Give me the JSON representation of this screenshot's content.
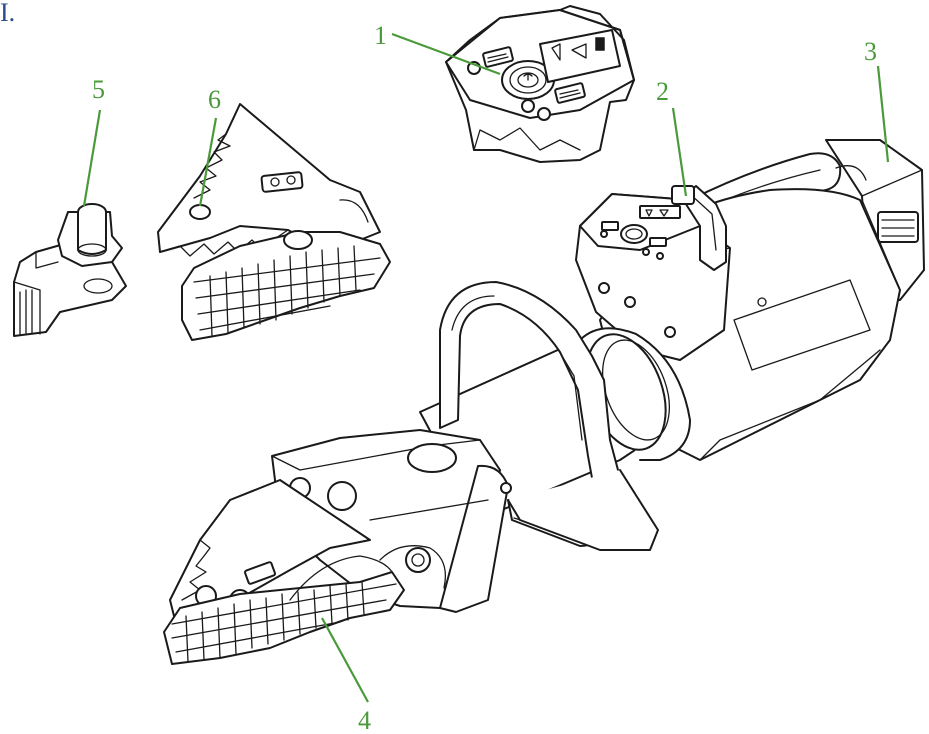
{
  "corner_text": "I.",
  "callouts": [
    {
      "id": "1",
      "label": "1"
    },
    {
      "id": "2",
      "label": "2"
    },
    {
      "id": "3",
      "label": "3"
    },
    {
      "id": "4",
      "label": "4"
    },
    {
      "id": "5",
      "label": "5"
    },
    {
      "id": "6",
      "label": "6"
    }
  ],
  "colors": {
    "callout": "#4a9a3a",
    "ink": "#1a1a1a",
    "corner_text": "#2b4a8a"
  }
}
